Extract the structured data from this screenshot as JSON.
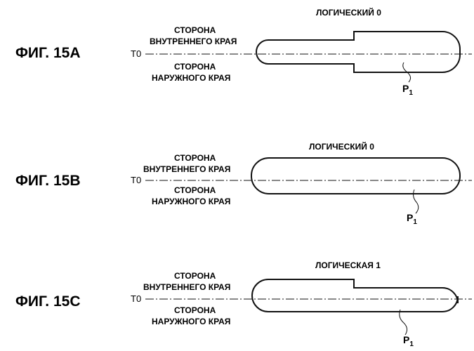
{
  "figures": [
    {
      "figure_label": "ФИГ. 15А",
      "logic_label": "ЛОГИЧЕСКИЙ 0",
      "inner_line1": "СТОРОНА",
      "inner_line2": "ВНУТРЕННЕГО КРАЯ",
      "outer_line1": "СТОРОНА",
      "outer_line2": "НАРУЖНОГО КРАЯ",
      "track_label": "T0",
      "pit_label_base": "P",
      "pit_label_sub": "1"
    },
    {
      "figure_label": "ФИГ. 15В",
      "logic_label": "ЛОГИЧЕСКИЙ 0",
      "inner_line1": "СТОРОНА",
      "inner_line2": "ВНУТРЕННЕГО КРАЯ",
      "outer_line1": "СТОРОНА",
      "outer_line2": "НАРУЖНОГО КРАЯ",
      "track_label": "T0",
      "pit_label_base": "P",
      "pit_label_sub": "1"
    },
    {
      "figure_label": "ФИГ. 15С",
      "logic_label": "ЛОГИЧЕСКАЯ 1",
      "inner_line1": "СТОРОНА",
      "inner_line2": "ВНУТРЕННЕГО КРАЯ",
      "outer_line1": "СТОРОНА",
      "outer_line2": "НАРУЖНОГО КРАЯ",
      "track_label": "T0",
      "pit_label_base": "P",
      "pit_label_sub": "1"
    }
  ]
}
